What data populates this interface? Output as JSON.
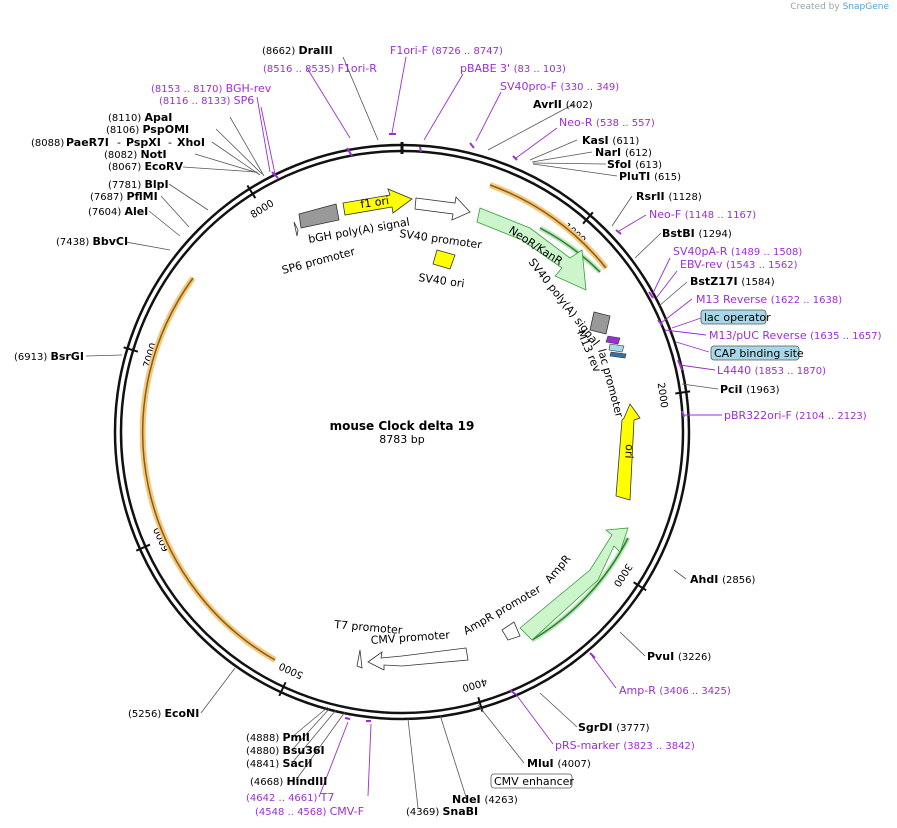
{
  "credit": {
    "prefix": "Created by",
    "brand": "SnapGene"
  },
  "plasmid": {
    "name": "mouse Clock delta 19",
    "length": "8783 bp"
  },
  "ticks": [
    "1000",
    "2000",
    "3000",
    "4000",
    "5000",
    "6000",
    "7000",
    "8000"
  ],
  "sites": [
    {
      "pos": "(8662)",
      "name": "DraIII"
    },
    {
      "pos": "(402)",
      "name": "AvrII"
    },
    {
      "pos": "(611)",
      "name": "KasI"
    },
    {
      "pos": "(612)",
      "name": "NarI"
    },
    {
      "pos": "(613)",
      "name": "SfoI"
    },
    {
      "pos": "(615)",
      "name": "PluTI"
    },
    {
      "pos": "(1128)",
      "name": "RsrII"
    },
    {
      "pos": "(1294)",
      "name": "BstBI"
    },
    {
      "pos": "(1584)",
      "name": "BstZ17I"
    },
    {
      "pos": "(1963)",
      "name": "PciI"
    },
    {
      "pos": "(2856)",
      "name": "AhdI"
    },
    {
      "pos": "(3226)",
      "name": "PvuI"
    },
    {
      "pos": "(3777)",
      "name": "SgrDI"
    },
    {
      "pos": "(4007)",
      "name": "MluI"
    },
    {
      "pos": "(4263)",
      "name": "NdeI"
    },
    {
      "pos": "(4369)",
      "name": "SnaBI"
    },
    {
      "pos": "(4668)",
      "name": "HindIII"
    },
    {
      "pos": "(4841)",
      "name": "SacII"
    },
    {
      "pos": "(4880)",
      "name": "Bsu36I"
    },
    {
      "pos": "(4888)",
      "name": "PmlI"
    },
    {
      "pos": "(5256)",
      "name": "EcoNI"
    },
    {
      "pos": "(6913)",
      "name": "BsrGI"
    },
    {
      "pos": "(7438)",
      "name": "BbvCI"
    },
    {
      "pos": "(7604)",
      "name": "AleI"
    },
    {
      "pos": "(7687)",
      "name": "PflMI"
    },
    {
      "pos": "(7781)",
      "name": "BlpI"
    },
    {
      "pos": "(8067)",
      "name": "EcoRV"
    },
    {
      "pos": "(8082)",
      "name": "NotI"
    },
    {
      "pos": "(8106)",
      "name": "PspOMI"
    },
    {
      "pos": "(8110)",
      "name": "ApaI"
    }
  ],
  "multi_site": {
    "pos": "(8088)",
    "name1": "PaeR7I",
    "name2": "PspXI",
    "name3": "XhoI",
    "sep": "-"
  },
  "primers": [
    {
      "name": "F1ori-F",
      "range": "(8726 .. 8747)"
    },
    {
      "name": "F1ori-R",
      "range": "(8516 .. 8535)"
    },
    {
      "name": "pBABE 3'",
      "range": "(83 .. 103)"
    },
    {
      "name": "SV40pro-F",
      "range": "(330 .. 349)"
    },
    {
      "name": "BGH-rev",
      "range": "(8153 .. 8170)"
    },
    {
      "name": "SP6",
      "range": "(8116 .. 8133)"
    },
    {
      "name": "Neo-R",
      "range": "(538 .. 557)"
    },
    {
      "name": "Neo-F",
      "range": "(1148 .. 1167)"
    },
    {
      "name": "SV40pA-R",
      "range": "(1489 .. 1508)"
    },
    {
      "name": "EBV-rev",
      "range": "(1543 .. 1562)"
    },
    {
      "name": "M13 Reverse",
      "range": "(1622 .. 1638)"
    },
    {
      "name": "M13/pUC Reverse",
      "range": "(1635 .. 1657)"
    },
    {
      "name": "L4440",
      "range": "(1853 .. 1870)"
    },
    {
      "name": "pBR322ori-F",
      "range": "(2104 .. 2123)"
    },
    {
      "name": "Amp-R",
      "range": "(3406 .. 3425)"
    },
    {
      "name": "pRS-marker",
      "range": "(3823 .. 3842)"
    },
    {
      "name": "T7",
      "range": "(4642 .. 4661)"
    },
    {
      "name": "CMV-F",
      "range": "(4548 .. 4568)"
    }
  ],
  "boxed": {
    "lac_operator": "lac operator",
    "cap_site": "CAP binding site",
    "cmv_enhancer": "CMV enhancer"
  },
  "features": {
    "f1_ori": "f1 ori",
    "sv40_promoter": "SV40 promoter",
    "sv40_ori": "SV40 ori",
    "bgh_polya": "bGH poly(A) signal",
    "sp6_promoter": "SP6 promoter",
    "neor": "NeoR/KanR",
    "sv40_polya": "SV40 poly(A) signal",
    "m13_rev": "M13 rev",
    "lac_promoter": "lac promoter",
    "ori": "ori",
    "ampr": "AmpR",
    "ampr_promoter": "AmpR promoter",
    "t7_promoter": "T7 promoter",
    "cmv_promoter": "CMV promoter"
  },
  "colors": {
    "backbone": "#111111",
    "primer": "#9a2fd4",
    "f1": "#ffff00",
    "orf": "#ccf5cc",
    "orf_stroke": "#3a9a3a",
    "highlight": "#f5b041",
    "box": "#a8d8e8",
    "promoter": "#ffffff",
    "terminator": "#999999"
  }
}
